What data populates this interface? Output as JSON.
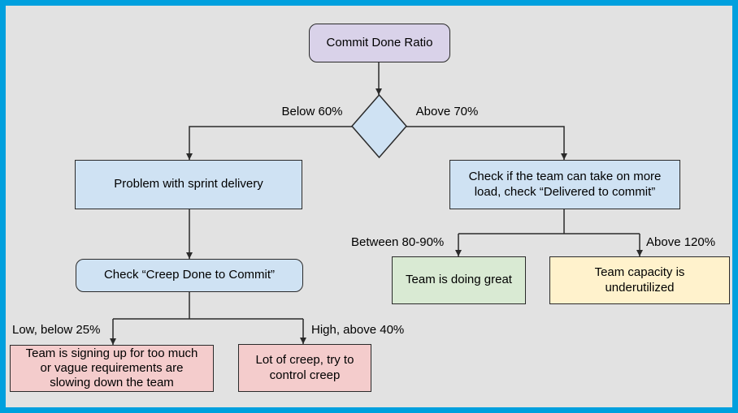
{
  "canvas": {
    "background_color": "#e2e2e2",
    "frame_color": "#00a0de",
    "line_color": "#2a2a2a"
  },
  "nodes": {
    "root": {
      "label": "Commit Done Ratio",
      "fill": "#d9d2e9"
    },
    "decision": {
      "label": "",
      "fill": "#cfe2f3"
    },
    "problem": {
      "label": "Problem with sprint delivery",
      "fill": "#cfe2f3"
    },
    "check_load": {
      "label": "Check if the team can take on more load, check “Delivered to commit”",
      "fill": "#cfe2f3"
    },
    "check_creep": {
      "label": "Check “Creep Done to Commit”",
      "fill": "#cfe2f3"
    },
    "overcommit": {
      "label": "Team is signing up for too much or vague requirements are slowing down the team",
      "fill": "#f4cccc"
    },
    "creep_control": {
      "label": "Lot of creep, try to control creep",
      "fill": "#f4cccc"
    },
    "doing_great": {
      "label": "Team is doing great",
      "fill": "#d9ead3"
    },
    "underutilized": {
      "label": "Team capacity is underutilized",
      "fill": "#fff2cc"
    }
  },
  "edge_labels": {
    "below_60": "Below 60%",
    "above_70": "Above 70%",
    "low_below_25": "Low, below 25%",
    "high_above_40": "High, above 40%",
    "between_80_90": "Between 80-90%",
    "above_120": "Above 120%"
  },
  "edges": [
    {
      "from": "root",
      "to": "decision",
      "label": ""
    },
    {
      "from": "decision",
      "to": "problem",
      "label": "Below 60%"
    },
    {
      "from": "decision",
      "to": "check_load",
      "label": "Above 70%"
    },
    {
      "from": "problem",
      "to": "check_creep",
      "label": ""
    },
    {
      "from": "check_creep",
      "to": "overcommit",
      "label": "Low, below 25%"
    },
    {
      "from": "check_creep",
      "to": "creep_control",
      "label": "High, above 40%"
    },
    {
      "from": "check_load",
      "to": "doing_great",
      "label": "Between 80-90%"
    },
    {
      "from": "check_load",
      "to": "underutilized",
      "label": "Above 120%"
    }
  ]
}
